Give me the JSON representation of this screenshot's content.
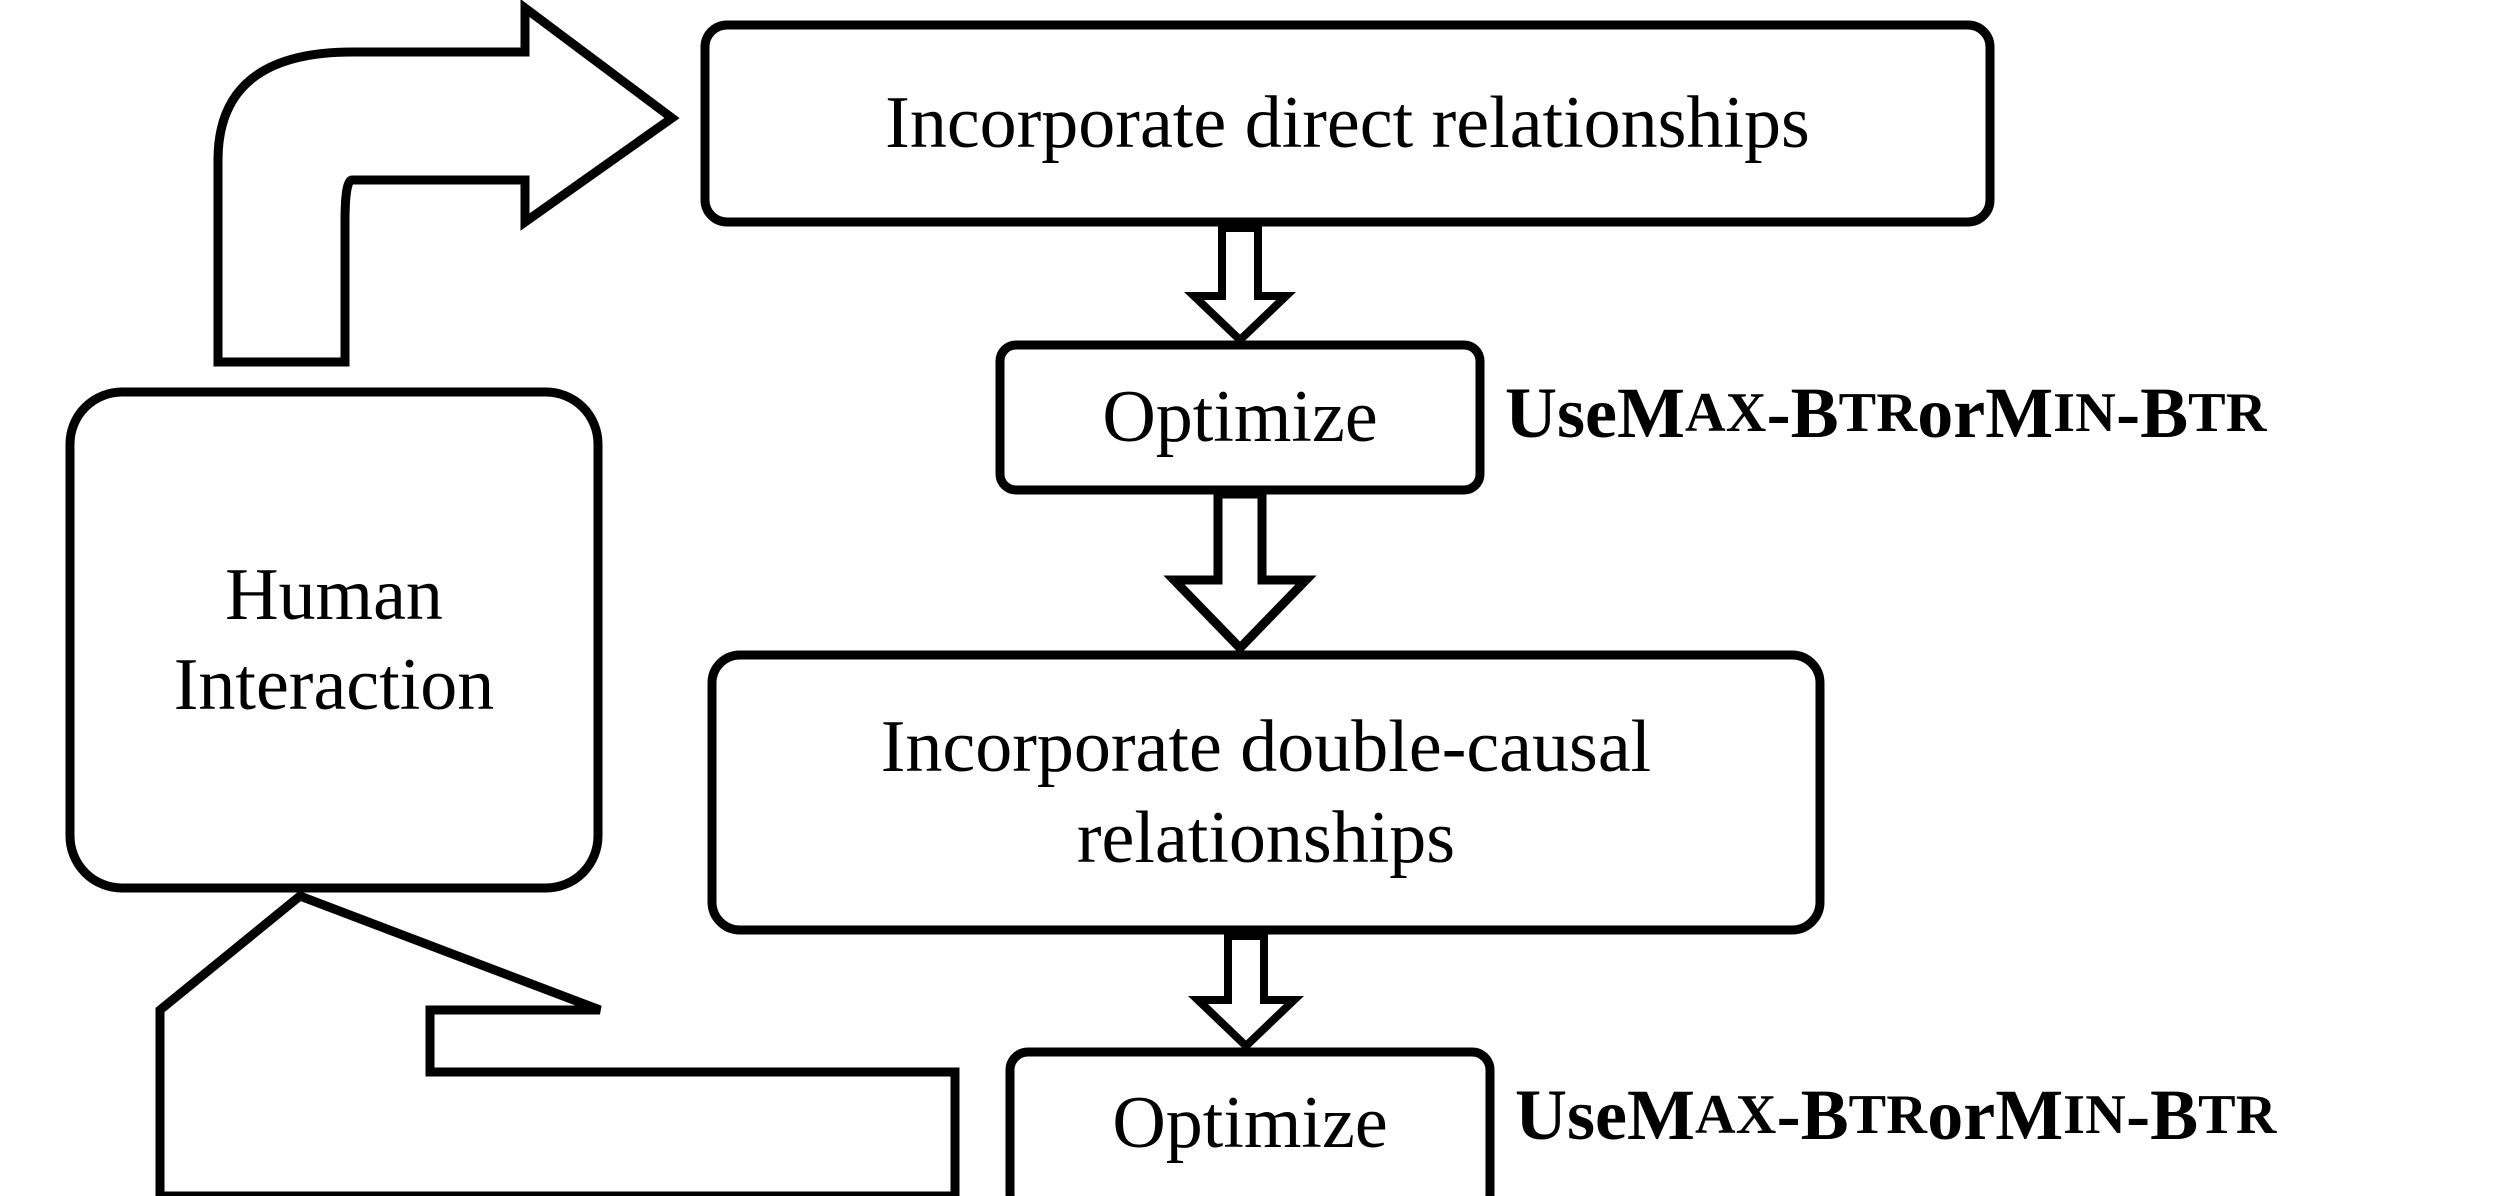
{
  "diagram": {
    "title": "Iterative causal model building workflow",
    "background_color": "#ffffff",
    "stroke_color": "#000000",
    "fill_color": "#ffffff",
    "nodes": [
      {
        "id": "incorporate-direct",
        "label": "Incorporate direct relationships",
        "shape": "rounded-rectangle"
      },
      {
        "id": "optimize-top",
        "label": "Optimize",
        "shape": "rounded-rectangle"
      },
      {
        "id": "incorporate-double",
        "label": "Incorporate double-causal\nrelationships",
        "shape": "rounded-rectangle"
      },
      {
        "id": "optimize-bottom",
        "label": "Optimize",
        "shape": "rounded-rectangle"
      },
      {
        "id": "human-interaction",
        "label": "Human\nInteraction",
        "shape": "rounded-rectangle"
      }
    ],
    "annotations": [
      {
        "id": "note-top",
        "use_word": "Use ",
        "max_initial": "M",
        "max_rest": "AX",
        "dash1": "-",
        "btr1_initial": "B",
        "btr1_rest": "TR",
        "or_word": " or ",
        "min_initial": "M",
        "min_rest": "IN",
        "dash2": "-",
        "btr2_initial": "B",
        "btr2_rest": "TR",
        "plain_text": "Use MAX-BTR or MIN-BTR"
      },
      {
        "id": "note-bottom",
        "use_word": "Use ",
        "max_initial": "M",
        "max_rest": "AX",
        "dash1": "-",
        "btr1_initial": "B",
        "btr1_rest": "TR",
        "or_word": " or ",
        "min_initial": "M",
        "min_rest": "IN",
        "dash2": "-",
        "btr2_initial": "B",
        "btr2_rest": "TR",
        "plain_text": "Use MAX-BTR or MIN-BTR"
      }
    ],
    "connectors": [
      {
        "id": "curved-feedback-arrow-top",
        "from": "human-interaction",
        "to": "incorporate-direct",
        "style": "hollow-curved-block-arrow"
      },
      {
        "id": "down-arrow-1",
        "from": "incorporate-direct",
        "to": "optimize-top",
        "style": "hollow-block-arrow-down"
      },
      {
        "id": "down-arrow-2",
        "from": "optimize-top",
        "to": "incorporate-double",
        "style": "hollow-block-arrow-down"
      },
      {
        "id": "down-arrow-3",
        "from": "incorporate-double",
        "to": "optimize-bottom",
        "style": "hollow-block-arrow-down"
      },
      {
        "id": "feedback-arrow-bottom",
        "from": "optimize-bottom",
        "to": "human-interaction",
        "style": "hollow-elbow-block-arrow-up"
      }
    ]
  }
}
